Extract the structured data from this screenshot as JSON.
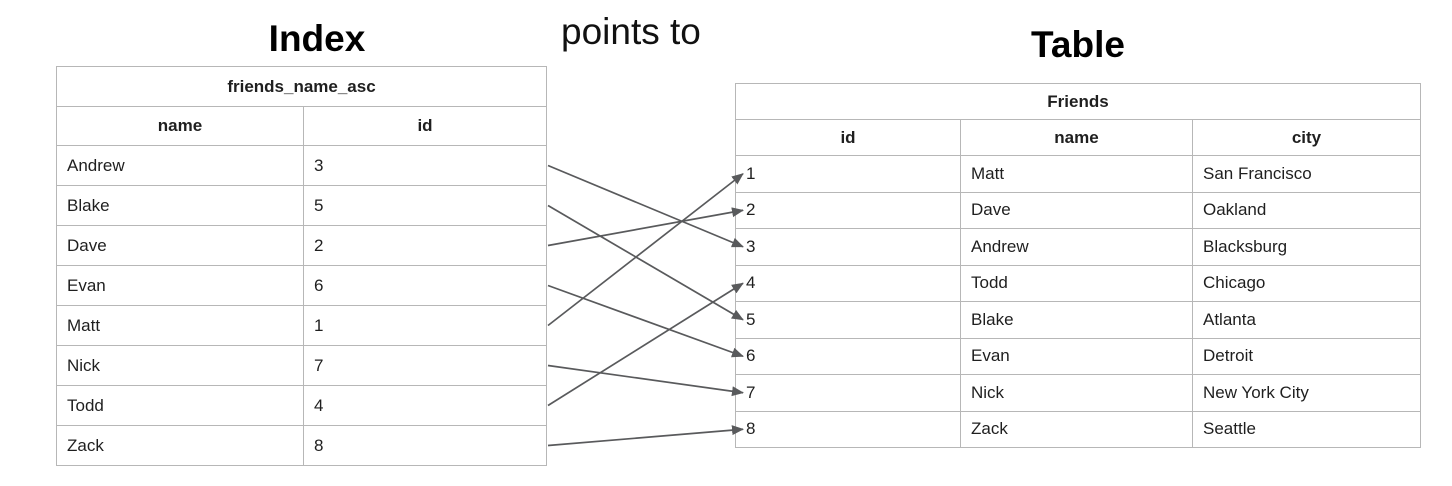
{
  "titles": {
    "index": "Index",
    "relation": "points to",
    "table": "Table"
  },
  "index_table": {
    "name": "friends_name_asc",
    "columns": [
      "name",
      "id"
    ],
    "rows": [
      [
        "Andrew",
        "3"
      ],
      [
        "Blake",
        "5"
      ],
      [
        "Dave",
        "2"
      ],
      [
        "Evan",
        "6"
      ],
      [
        "Matt",
        "1"
      ],
      [
        "Nick",
        "7"
      ],
      [
        "Todd",
        "4"
      ],
      [
        "Zack",
        "8"
      ]
    ]
  },
  "main_table": {
    "name": "Friends",
    "columns": [
      "id",
      "name",
      "city"
    ],
    "rows": [
      [
        "1",
        "Matt",
        "San Francisco"
      ],
      [
        "2",
        "Dave",
        "Oakland"
      ],
      [
        "3",
        "Andrew",
        "Blacksburg"
      ],
      [
        "4",
        "Todd",
        "Chicago"
      ],
      [
        "5",
        "Blake",
        "Atlanta"
      ],
      [
        "6",
        "Evan",
        "Detroit"
      ],
      [
        "7",
        "Nick",
        "New York City"
      ],
      [
        "8",
        "Zack",
        "Seattle"
      ]
    ]
  },
  "connections": [
    {
      "from_name": "Andrew",
      "to_id": "3"
    },
    {
      "from_name": "Blake",
      "to_id": "5"
    },
    {
      "from_name": "Dave",
      "to_id": "2"
    },
    {
      "from_name": "Evan",
      "to_id": "6"
    },
    {
      "from_name": "Matt",
      "to_id": "1"
    },
    {
      "from_name": "Nick",
      "to_id": "7"
    },
    {
      "from_name": "Todd",
      "to_id": "4"
    },
    {
      "from_name": "Zack",
      "to_id": "8"
    }
  ],
  "colors": {
    "border": "#b7b7b7",
    "ink": "#1f1f1f",
    "arrow": "#595a5c",
    "background": "#ffffff"
  }
}
